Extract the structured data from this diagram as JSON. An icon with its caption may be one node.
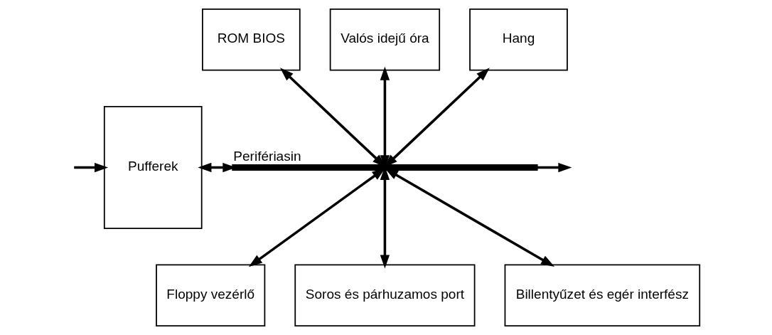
{
  "diagram": {
    "nodes": [
      {
        "text": [
          "ROM BIOS"
        ]
      },
      {
        "text": [
          "Valós idejű óra"
        ]
      },
      {
        "text": [
          "Hang"
        ]
      },
      {
        "text": [
          "Pufferek"
        ]
      },
      {
        "text": [],
        "shape": "bar",
        "beside": [
          "Perifériasin"
        ]
      },
      {
        "text": [
          "Floppy vezérlő"
        ]
      },
      {
        "text": [
          "Soros és párhuzamos port"
        ]
      },
      {
        "text": [
          "Billentyűzet és egér interfész"
        ]
      }
    ],
    "edges": [
      {
        "from": null,
        "to": 3,
        "arrow": "to"
      },
      {
        "from": 3,
        "to": 4,
        "arrow": "both"
      },
      {
        "from": 4,
        "to": null,
        "arrow": "to"
      },
      {
        "from": 0,
        "to": 4,
        "arrow": "both"
      },
      {
        "from": 1,
        "to": 4,
        "arrow": "both"
      },
      {
        "from": 2,
        "to": 4,
        "arrow": "both"
      },
      {
        "from": 4,
        "to": 5,
        "arrow": "both"
      },
      {
        "from": 4,
        "to": 6,
        "arrow": "both"
      },
      {
        "from": 4,
        "to": 7,
        "arrow": "both"
      }
    ]
  }
}
